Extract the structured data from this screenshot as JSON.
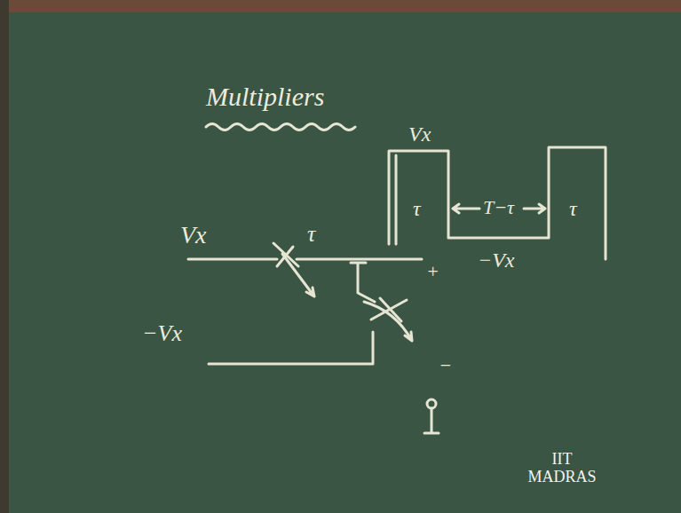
{
  "diagram": {
    "title": "Multipliers",
    "labels": [
      "Vx",
      "τ",
      "T−τ",
      "τ",
      "−Vx",
      "Vx",
      "τ",
      "−Vx",
      "+",
      "−",
      "IIT MADRAS"
    ]
  }
}
